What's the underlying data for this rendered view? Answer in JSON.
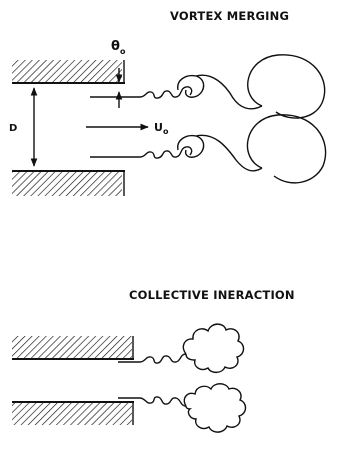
{
  "panels": {
    "top": {
      "title": "VORTEX MERGING",
      "labels": {
        "theta": "θ",
        "theta_sub": "o",
        "diameter": "D",
        "velocity": "U",
        "velocity_sub": "o"
      }
    },
    "bottom": {
      "title": "COLLECTIVE INERACTION"
    }
  },
  "colors": {
    "ink": "#111111",
    "background": "#ffffff"
  }
}
